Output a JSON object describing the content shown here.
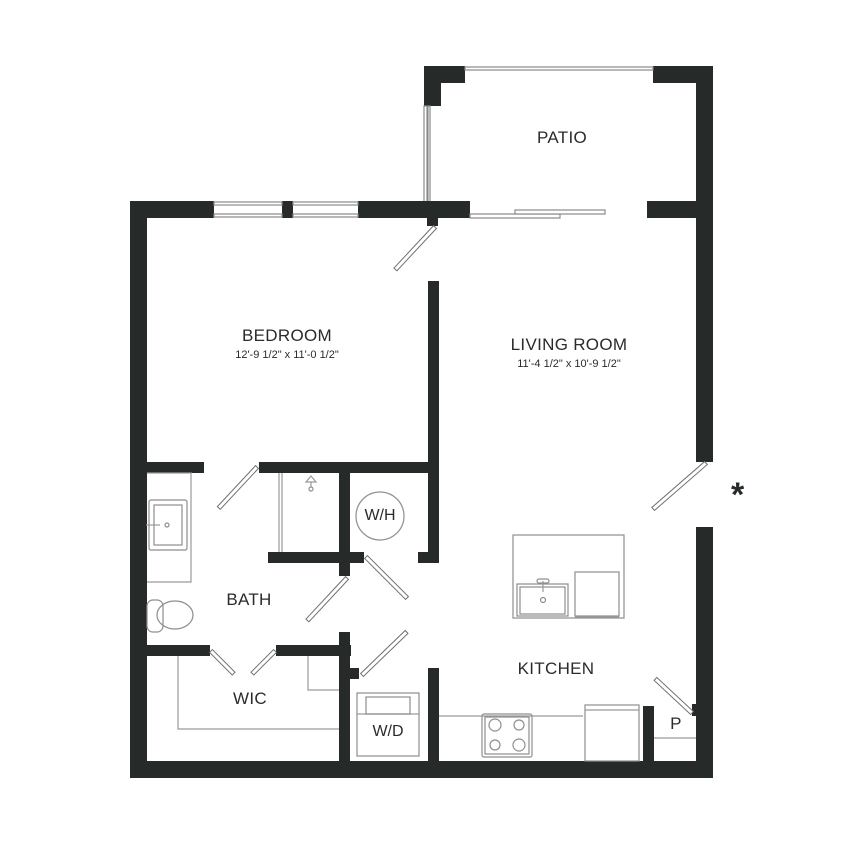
{
  "rooms": {
    "patio": {
      "name": "PATIO"
    },
    "bedroom": {
      "name": "BEDROOM",
      "dimensions": "12'-9 1/2\" x 11'-0 1/2\""
    },
    "living_room": {
      "name": "LIVING ROOM",
      "dimensions": "11'-4 1/2\" x 10'-9 1/2\""
    },
    "bath": {
      "name": "BATH"
    },
    "wic": {
      "name": "WIC"
    },
    "kitchen": {
      "name": "KITCHEN"
    },
    "pantry": {
      "name": "P"
    }
  },
  "fixtures": {
    "water_heater": "W/H",
    "washer_dryer": "W/D"
  },
  "markers": {
    "entry": "*"
  },
  "colors": {
    "wall": "#262a29",
    "line": "#8e8e8e",
    "text": "#2b2b2b",
    "background": "#ffffff"
  }
}
